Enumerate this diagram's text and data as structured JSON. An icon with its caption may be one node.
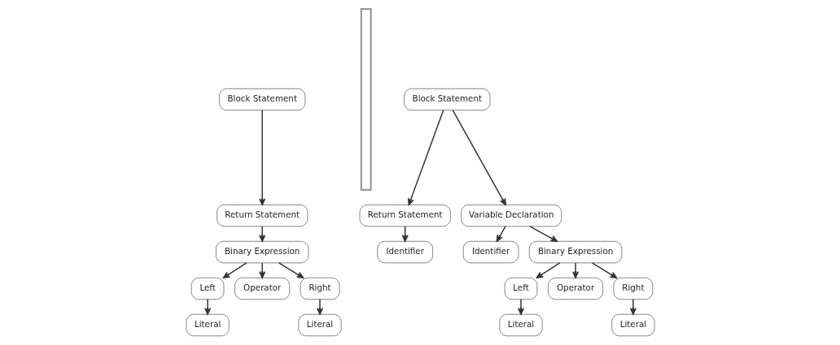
{
  "diagram": {
    "nodes": [
      {
        "text": [
          "Block Statement"
        ]
      },
      {
        "text": [
          "Return Statement"
        ]
      },
      {
        "text": [
          "Binary Expression"
        ]
      },
      {
        "text": [
          "Left"
        ]
      },
      {
        "text": [
          "Operator"
        ]
      },
      {
        "text": [
          "Right"
        ]
      },
      {
        "text": [
          "Literal"
        ]
      },
      {
        "text": [
          "Literal"
        ]
      },
      {
        "text": [],
        "shape": "bar"
      },
      {
        "text": [
          "Block Statement"
        ]
      },
      {
        "text": [
          "Return Statement"
        ]
      },
      {
        "text": [
          "Variable Declaration"
        ]
      },
      {
        "text": [
          "Identifier"
        ]
      },
      {
        "text": [
          "Identifier"
        ]
      },
      {
        "text": [
          "Binary Expression"
        ]
      },
      {
        "text": [
          "Left"
        ]
      },
      {
        "text": [
          "Operator"
        ]
      },
      {
        "text": [
          "Right"
        ]
      },
      {
        "text": [
          "Literal"
        ]
      },
      {
        "text": [
          "Literal"
        ]
      }
    ],
    "edges": [
      {
        "from": 0,
        "to": 1,
        "arrow": "to"
      },
      {
        "from": 1,
        "to": 2,
        "arrow": "to"
      },
      {
        "from": 2,
        "to": 3,
        "arrow": "to"
      },
      {
        "from": 2,
        "to": 4,
        "arrow": "to"
      },
      {
        "from": 2,
        "to": 5,
        "arrow": "to"
      },
      {
        "from": 3,
        "to": 6,
        "arrow": "to"
      },
      {
        "from": 5,
        "to": 7,
        "arrow": "to"
      },
      {
        "from": 9,
        "to": 10,
        "arrow": "to"
      },
      {
        "from": 9,
        "to": 11,
        "arrow": "to"
      },
      {
        "from": 10,
        "to": 12,
        "arrow": "to"
      },
      {
        "from": 11,
        "to": 13,
        "arrow": "to"
      },
      {
        "from": 11,
        "to": 14,
        "arrow": "to"
      },
      {
        "from": 14,
        "to": 15,
        "arrow": "to"
      },
      {
        "from": 14,
        "to": 16,
        "arrow": "to"
      },
      {
        "from": 14,
        "to": 17,
        "arrow": "to"
      },
      {
        "from": 15,
        "to": 18,
        "arrow": "to"
      },
      {
        "from": 17,
        "to": 19,
        "arrow": "to"
      }
    ]
  }
}
